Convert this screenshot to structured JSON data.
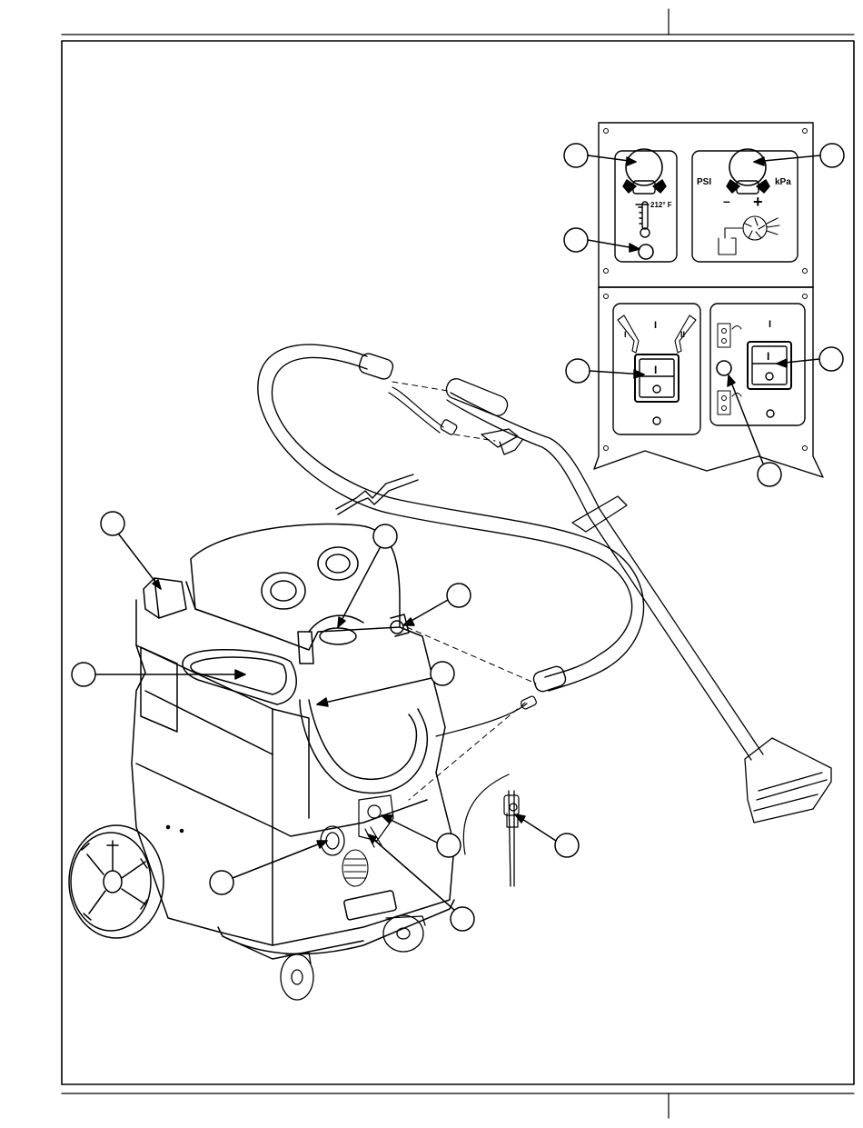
{
  "panel_labels": {
    "temperature_mark": "212° F",
    "pressure_unit_left": "PSI",
    "pressure_unit_right": "kPa",
    "minus_sign": "–",
    "plus_sign": "+",
    "switch_mark_left": "I",
    "switch_mark_center": "I",
    "switch_mark_right": "II",
    "switch_mark_rocker_left": "I",
    "switch_mark_aux": "I",
    "switch_mark_rocker_right": "I"
  },
  "callout_count": 14,
  "colors": {
    "ink": "#000000",
    "paper": "#ffffff"
  }
}
